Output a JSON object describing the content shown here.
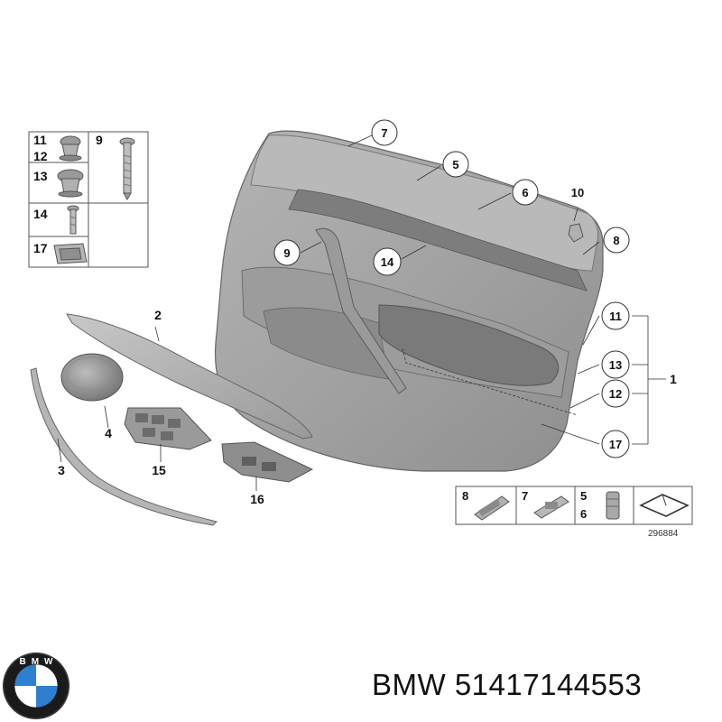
{
  "callouts": {
    "c1": "1",
    "c2": "2",
    "c3": "3",
    "c4": "4",
    "c5": "5",
    "c6": "6",
    "c7": "7",
    "c8": "8",
    "c9": "9",
    "c10": "10",
    "c11": "11",
    "c12": "12",
    "c13": "13",
    "c14": "14",
    "c15": "15",
    "c16": "16",
    "c17": "17"
  },
  "fastener_table": {
    "r1a": "11",
    "r1b": "12",
    "r1c": "9",
    "r2a": "13",
    "r3a": "14",
    "r4a": "17"
  },
  "legend_box": {
    "l1": "8",
    "l2": "7",
    "l3": "5",
    "l4": "6",
    "ref_number": "296884"
  },
  "caption": {
    "brand": "BMW",
    "part_number": "51417144553"
  },
  "logo": {
    "text": "BMW",
    "colors": {
      "ring": "#1a1a1a",
      "blue": "#2f7fd0",
      "white": "#ffffff"
    }
  }
}
